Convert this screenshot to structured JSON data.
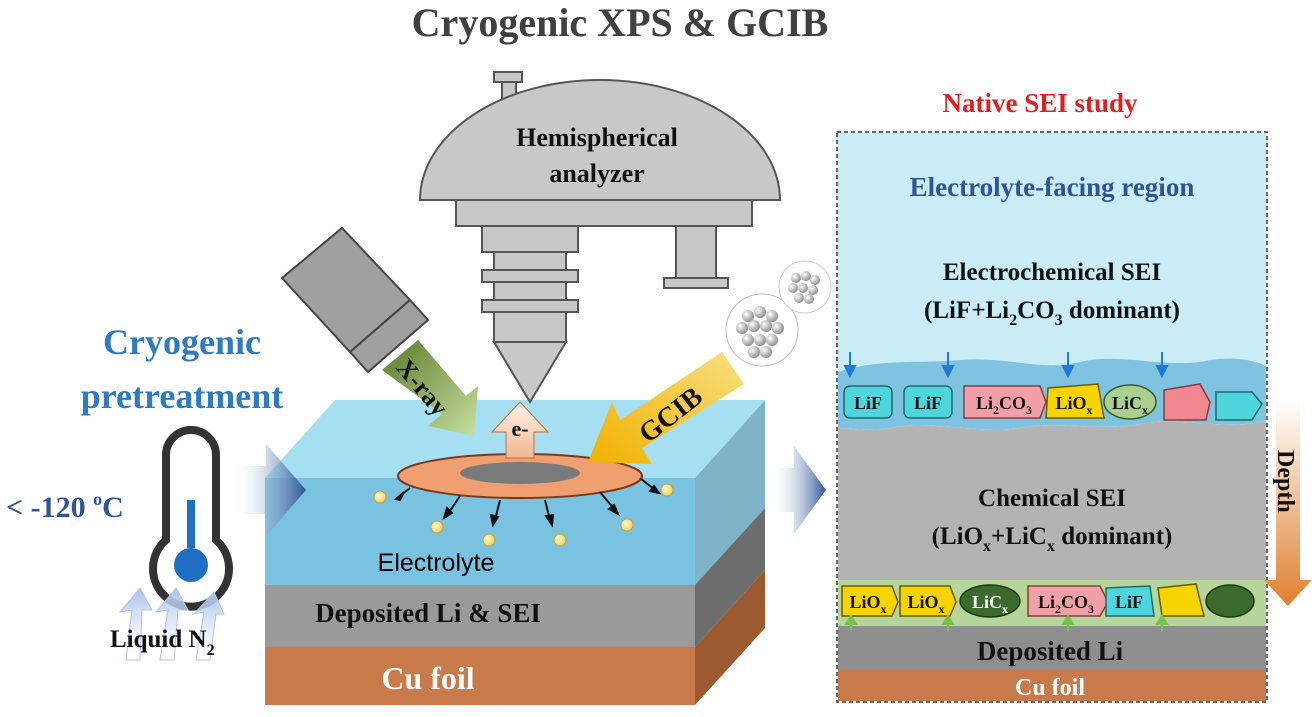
{
  "title": "Cryogenic XPS & GCIB",
  "analyzer": {
    "line1": "Hemispherical",
    "line2": "analyzer"
  },
  "beams": {
    "xray": "X-ray",
    "gcib": "GCIB",
    "electron": "e-"
  },
  "pretreatment": {
    "line1": "Cryogenic",
    "line2": "pretreatment",
    "temperature": "< -120 ",
    "temperature_sup": "o",
    "temperature_unit": "C",
    "coolant": "Liquid N",
    "coolant_sub": "2"
  },
  "sample": {
    "electrolyte": "Electrolyte",
    "deposited": "Deposited Li & SEI",
    "cu_foil": "Cu foil"
  },
  "sei_panel": {
    "heading": "Native SEI study",
    "region": "Electrolyte-facing region",
    "electrochemical": {
      "line1": "Electrochemical SEI",
      "line2_pre": "(LiF+Li",
      "line2_sub1": "2",
      "line2_mid": "CO",
      "line2_sub2": "3",
      "line2_post": " dominant)"
    },
    "chemical": {
      "line1": "Chemical SEI",
      "line2_pre": "(LiO",
      "line2_sub1": "x",
      "line2_mid": "+LiC",
      "line2_sub2": "x",
      "line2_post": " dominant)"
    },
    "depth": "Depth",
    "deposited_li": "Deposited Li",
    "cu_foil": "Cu foil",
    "top_particles": [
      {
        "base": "LiF",
        "sub": "",
        "after": "",
        "color": "#4fd6dc"
      },
      {
        "base": "LiF",
        "sub": "",
        "after": "",
        "color": "#4fd6dc"
      },
      {
        "base": "Li",
        "sub": "2",
        "after": "CO",
        "sub2": "3",
        "color": "#f2a0a8"
      },
      {
        "base": "LiO",
        "sub": "x",
        "after": "",
        "color": "#f7d400"
      },
      {
        "base": "LiC",
        "sub": "x",
        "after": "",
        "color": "#a9d08e"
      }
    ],
    "bottom_particles": [
      {
        "base": "LiO",
        "sub": "x",
        "after": "",
        "color": "#f7d400"
      },
      {
        "base": "LiO",
        "sub": "x",
        "after": "",
        "color": "#f7d400"
      },
      {
        "base": "LiC",
        "sub": "x",
        "after": "",
        "color": "#3a6a2c"
      },
      {
        "base": "Li",
        "sub": "2",
        "after": "CO",
        "sub2": "3",
        "color": "#f2a0a8"
      },
      {
        "base": "LiF",
        "sub": "",
        "after": "",
        "color": "#4fd6dc"
      }
    ]
  },
  "colors": {
    "title": "#404040",
    "blue_text": "#2e7bc4",
    "dark_blue": "#2f5597",
    "red_heading": "#e02020",
    "cu": "#c87a4a",
    "gray_layer": "#9a9a9a",
    "electrolyte": "#8fd0ea"
  }
}
